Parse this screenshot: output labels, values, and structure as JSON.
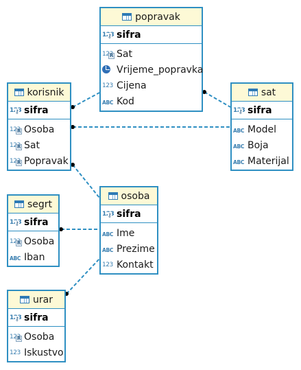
{
  "diagram": {
    "entities": [
      {
        "id": "popravak",
        "name": "popravak",
        "pk": {
          "name": "sifra",
          "icon": "numeric-key-icon"
        },
        "columns": [
          {
            "name": "Sat",
            "icon": "numeric-foreign-key-icon"
          },
          {
            "name": "Vrijeme_popravka",
            "icon": "time-icon"
          },
          {
            "name": "Cijena",
            "icon": "numeric-icon"
          },
          {
            "name": "Kod",
            "icon": "string-icon"
          }
        ]
      },
      {
        "id": "korisnik",
        "name": "korisnik",
        "pk": {
          "name": "sifra",
          "icon": "numeric-key-icon"
        },
        "columns": [
          {
            "name": "Osoba",
            "icon": "numeric-foreign-key-icon"
          },
          {
            "name": "Sat",
            "icon": "numeric-foreign-key-icon"
          },
          {
            "name": "Popravak",
            "icon": "numeric-foreign-key-icon"
          }
        ]
      },
      {
        "id": "sat",
        "name": "sat",
        "pk": {
          "name": "sifra",
          "icon": "numeric-key-icon"
        },
        "columns": [
          {
            "name": "Model",
            "icon": "string-icon"
          },
          {
            "name": "Boja",
            "icon": "string-icon"
          },
          {
            "name": "Materijal",
            "icon": "string-icon"
          }
        ]
      },
      {
        "id": "segrt",
        "name": "segrt",
        "pk": {
          "name": "sifra",
          "icon": "numeric-key-icon"
        },
        "columns": [
          {
            "name": "Osoba",
            "icon": "numeric-foreign-key-icon"
          },
          {
            "name": "Iban",
            "icon": "string-icon"
          }
        ]
      },
      {
        "id": "osoba",
        "name": "osoba",
        "pk": {
          "name": "sifra",
          "icon": "numeric-key-icon"
        },
        "columns": [
          {
            "name": "Ime",
            "icon": "string-icon"
          },
          {
            "name": "Prezime",
            "icon": "string-icon"
          },
          {
            "name": "Kontakt",
            "icon": "numeric-icon"
          }
        ]
      },
      {
        "id": "urar",
        "name": "urar",
        "pk": {
          "name": "sifra",
          "icon": "numeric-key-icon"
        },
        "columns": [
          {
            "name": "Osoba",
            "icon": "numeric-foreign-key-icon"
          },
          {
            "name": "Iskustvo",
            "icon": "numeric-icon"
          }
        ]
      }
    ],
    "relationships": [
      {
        "from": "korisnik",
        "to": "popravak"
      },
      {
        "from": "korisnik",
        "to": "sat"
      },
      {
        "from": "popravak",
        "to": "sat"
      },
      {
        "from": "korisnik",
        "to": "osoba"
      },
      {
        "from": "segrt",
        "to": "osoba"
      },
      {
        "from": "urar",
        "to": "osoba"
      }
    ],
    "colors": {
      "border": "#2e8fc2",
      "header_bg": "#fdf9d6",
      "link": "#2e8fc2"
    }
  }
}
